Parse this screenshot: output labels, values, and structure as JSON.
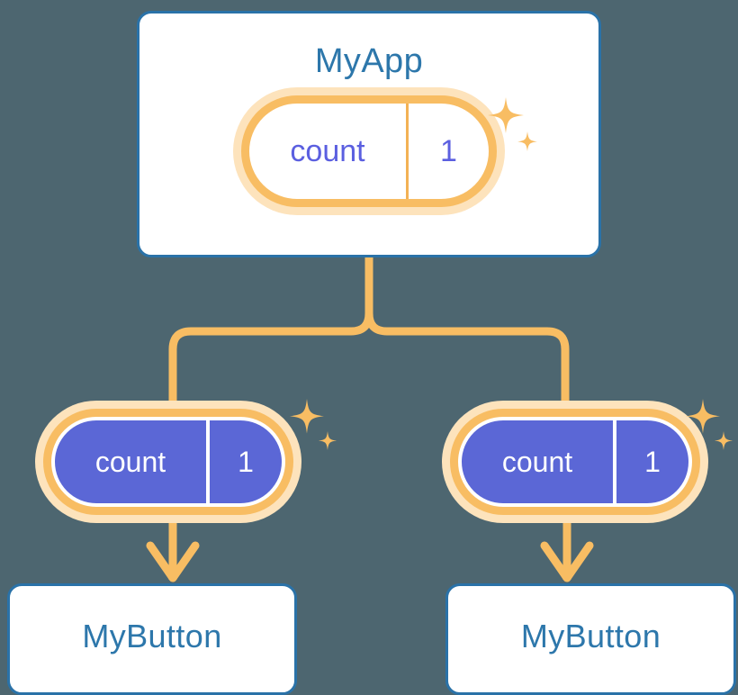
{
  "diagram": {
    "title": "MyApp",
    "background_color": "#4d6670",
    "palette": {
      "card_border": "#2a72a8",
      "card_fill": "#ffffff",
      "title_text": "#2d77ab",
      "pill_border": "#f8bd63",
      "pill_halo": "#fde3bc",
      "pill_solid_fill": "#5b67d6",
      "pill_light_text": "#5b5fe0",
      "pill_solid_text": "#ffffff",
      "wire": "#f8bd63",
      "sparkle": "#f8bd63"
    }
  },
  "app": {
    "label": "MyApp",
    "state": {
      "key": "count",
      "value": "1",
      "variant": "light"
    },
    "sparkle_name": "sparkles-icon"
  },
  "children": [
    {
      "id": "left",
      "state": {
        "key": "count",
        "value": "1",
        "variant": "solid"
      },
      "label": "MyButton",
      "sparkle_name": "sparkles-icon"
    },
    {
      "id": "right",
      "state": {
        "key": "count",
        "value": "1",
        "variant": "solid"
      },
      "label": "MyButton",
      "sparkle_name": "sparkles-icon"
    }
  ],
  "connectors": {
    "trunk_name": "connector-trunk",
    "branch_left_name": "connector-branch-left",
    "branch_right_name": "connector-branch-right",
    "arrow_left_name": "arrow-down-left",
    "arrow_right_name": "arrow-down-right"
  }
}
